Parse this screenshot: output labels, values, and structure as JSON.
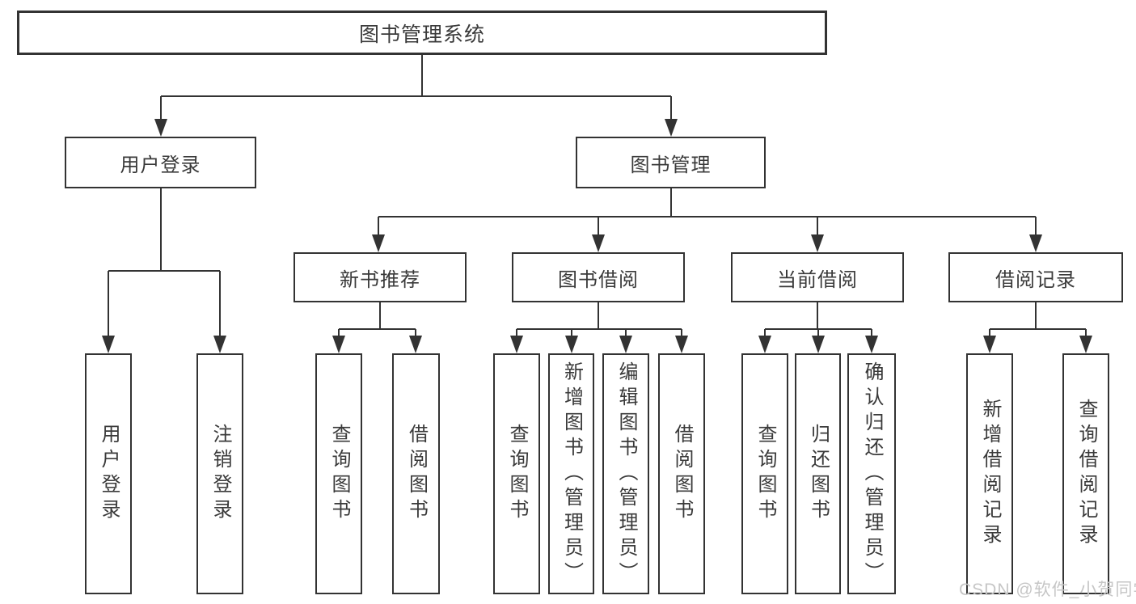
{
  "colors": {
    "background": "#ffffff",
    "line": "#333333",
    "text": "#3a3a3a",
    "watermark_text": "#c6c6c6"
  },
  "watermark": {
    "text": "CSDN @软件_小贺同学"
  },
  "tree": {
    "label": "图书管理系统",
    "children": [
      {
        "label": "用户登录",
        "children": [
          {
            "label": "用户登录"
          },
          {
            "label": "注销登录"
          }
        ]
      },
      {
        "label": "图书管理",
        "children": [
          {
            "label": "新书推荐",
            "children": [
              {
                "label": "查询图书"
              },
              {
                "label": "借阅图书"
              }
            ]
          },
          {
            "label": "图书借阅",
            "children": [
              {
                "label": "查询图书"
              },
              {
                "label": "新增图书（管理员）"
              },
              {
                "label": "编辑图书（管理员）"
              },
              {
                "label": "借阅图书"
              }
            ]
          },
          {
            "label": "当前借阅",
            "children": [
              {
                "label": "查询图书"
              },
              {
                "label": "归还图书"
              },
              {
                "label": "确认归还（管理员）"
              }
            ]
          },
          {
            "label": "借阅记录",
            "children": [
              {
                "label": "新增借阅记录"
              },
              {
                "label": "查询借阅记录"
              }
            ]
          }
        ]
      }
    ]
  }
}
